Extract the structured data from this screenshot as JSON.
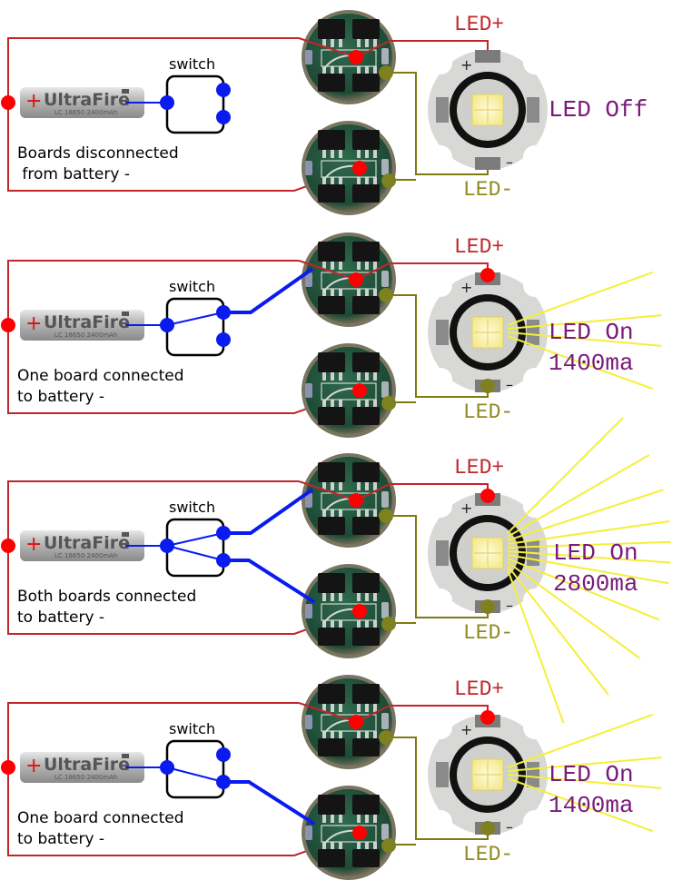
{
  "title": "Dual driver board switch wiring states",
  "colors": {
    "positive_wire": "#c0262a",
    "negative_wire_led": "#7d7a12",
    "switch_wire": "#0a1bf0",
    "red_node": "#ff0000",
    "olive_node": "#7f801f",
    "light_rays": "#f5ef3a",
    "status_text": "#7a1a7a"
  },
  "battery": {
    "brand": "UltraFire",
    "model": "LC 18650 2400mAh",
    "plus_symbol": "+",
    "minus_symbol": "–"
  },
  "led_labels": {
    "plus": "LED+",
    "minus": "LED-"
  },
  "switch_label": "switch",
  "panels": [
    {
      "caption_line1": "Boards disconnected",
      "caption_line2": " from battery -",
      "status_line1": "LED Off",
      "status_line2": "",
      "switch_state": "open",
      "boards_connected": 0,
      "led_on": false
    },
    {
      "caption_line1": "One board connected",
      "caption_line2": "to battery -",
      "status_line1": "LED On",
      "status_line2": "1400ma",
      "switch_state": "top",
      "boards_connected": 1,
      "led_on": true
    },
    {
      "caption_line1": "Both boards connected",
      "caption_line2": "to battery -",
      "status_line1": "LED On",
      "status_line2": "2800ma",
      "switch_state": "both",
      "boards_connected": 2,
      "led_on": true
    },
    {
      "caption_line1": "One board connected",
      "caption_line2": "to battery -",
      "status_line1": "LED On",
      "status_line2": "1400ma",
      "switch_state": "bottom",
      "boards_connected": 1,
      "led_on": true
    }
  ]
}
